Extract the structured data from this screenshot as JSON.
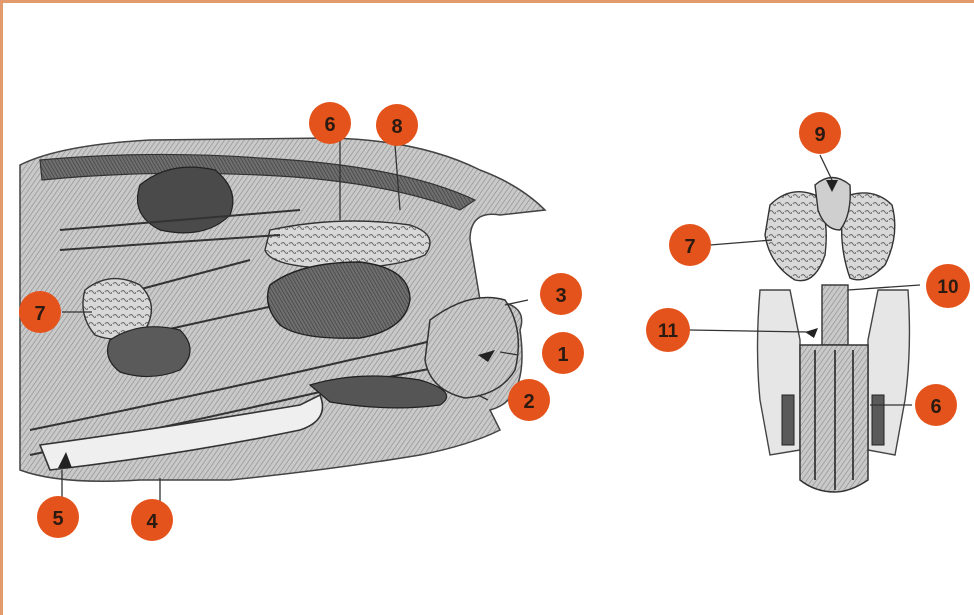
{
  "colors": {
    "frame": "#e39a6c",
    "marker_fill": "#e4531b",
    "marker_text": "#2a1a12",
    "ink": "#333333",
    "shade": "#555555",
    "light_shade": "#9a9a9a"
  },
  "markers": {
    "m1": "1",
    "m2": "2",
    "m3": "3",
    "m4": "4",
    "m5": "5",
    "m6a": "6",
    "m6b": "6",
    "m7a": "7",
    "m7b": "7",
    "m8": "8",
    "m9": "9",
    "m10": "10",
    "m11": "11"
  }
}
